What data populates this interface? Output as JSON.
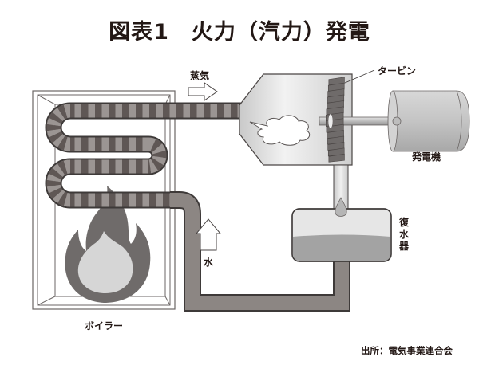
{
  "title": "図表1　火力（汽力）発電",
  "labels": {
    "steam": "蒸気",
    "turbine": "タービン",
    "generator": "発電機",
    "condenser": [
      "復",
      "水",
      "器"
    ],
    "water": "水",
    "boiler": "ボイラー",
    "source": "出所：電気事業連合会"
  },
  "colors": {
    "pipe_dark": "#5f5755",
    "pipe_light": "#9b9593",
    "pipe_outline": "#3e3a39",
    "water_pipe": "#8c8683",
    "flame_outer": "#6f6b6a",
    "flame_inner": "#d6d6d6",
    "turbine_blade": "#6f6b6a",
    "casing_light": "#f0f0f0",
    "casing_dark": "#c8c8c8",
    "condenser_water": "#a3a3a3",
    "condenser_top": "#e6e6e6"
  }
}
